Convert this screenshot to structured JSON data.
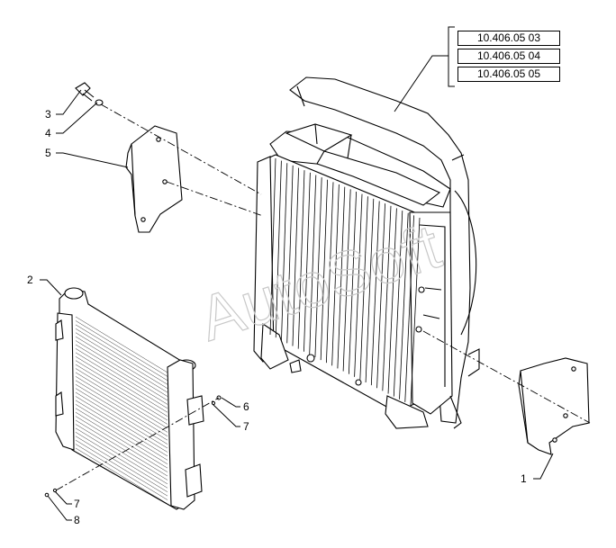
{
  "watermark": "AutoSoft",
  "references": [
    "10.406.05 03",
    "10.406.05 04",
    "10.406.05 05"
  ],
  "callouts": {
    "c1": "1",
    "c2": "2",
    "c3": "3",
    "c4": "4",
    "c5": "5",
    "c6": "6",
    "c7a": "7",
    "c7b": "7",
    "c8": "8"
  }
}
